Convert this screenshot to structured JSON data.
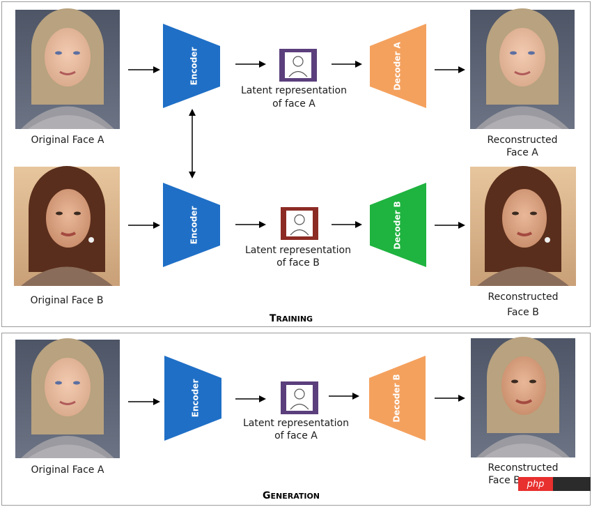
{
  "training": {
    "title_cap": "T",
    "title_rest": "RAINING",
    "row_a": {
      "input_label": "Original Face A",
      "encoder_label": "Encoder",
      "latent_label_line1": "Latent representation",
      "latent_label_line2": "of face A",
      "decoder_label": "Decoder A",
      "output_label_line1": "Reconstructed",
      "output_label_line2": "Face A"
    },
    "row_b": {
      "input_label": "Original Face B",
      "encoder_label": "Encoder",
      "latent_label_line1": "Latent representation",
      "latent_label_line2": "of face B",
      "decoder_label": "Decoder B",
      "output_label_line1": "Reconstructed",
      "output_label_line2": "Face B"
    }
  },
  "generation": {
    "title_cap": "G",
    "title_rest": "ENERATION",
    "input_label": "Original Face A",
    "encoder_label": "Encoder",
    "latent_label_line1": "Latent representation",
    "latent_label_line2": "of face A",
    "decoder_label": "Decoder B",
    "output_label_line1": "Reconstructed",
    "output_label_line2": "Face B"
  },
  "watermark": {
    "text": "php"
  },
  "colors": {
    "encoder": "#1f6fc6",
    "decoder_orange": "#f4a15e",
    "decoder_green": "#1fb33f",
    "latent_purple": "#5b3f7c",
    "latent_red": "#8c2b24"
  }
}
